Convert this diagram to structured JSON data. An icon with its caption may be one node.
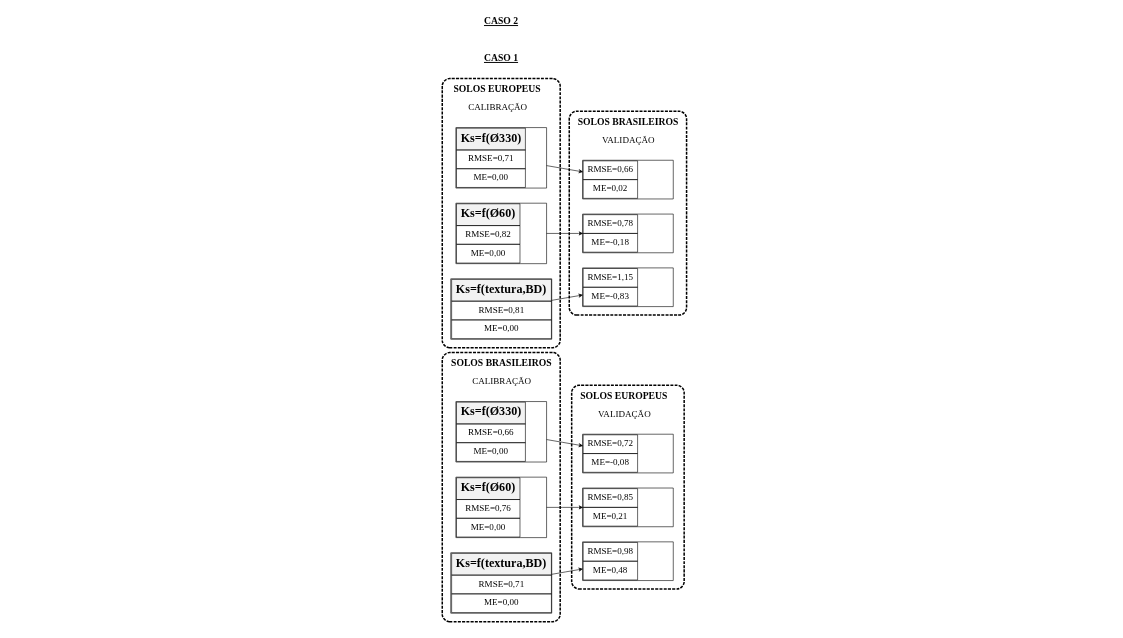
{
  "diagram": {
    "nodes": [
      {
        "text": [
          "SOLOS BRASILEIROS",
          "CALIBRAÇÃO"
        ]
      },
      {
        "text": [
          "Ks=f(Ø330)",
          "RMSE=0,66",
          "ME=0,00"
        ],
        "in": 0
      },
      {
        "text": [
          "Ks=f(Ø60)",
          "RMSE=0,76",
          "ME=0,00"
        ],
        "in": 0
      },
      {
        "text": [
          "Ks=f(textura,BD)",
          "RMSE=0,71",
          "ME=0,00"
        ],
        "in": 0
      },
      {
        "text": [
          "SOLOS EUROPEUS",
          "VALIDAÇÃO"
        ]
      },
      {
        "text": [
          "RMSE=0,72",
          "ME=-0,08"
        ],
        "in": 4
      },
      {
        "text": [
          "RMSE=0,85",
          "ME=0,21"
        ],
        "in": 4
      },
      {
        "text": [
          "RMSE=0,98",
          "ME=0,48"
        ],
        "in": 4
      },
      {
        "text": [
          "SOLOS EUROPEUS",
          "CALIBRAÇÃO"
        ]
      },
      {
        "text": [
          "Ks=f(Ø330)",
          "RMSE=0,71",
          "ME=0,00"
        ],
        "in": 8
      },
      {
        "text": [
          "Ks=f(Ø60)",
          "RMSE=0,82",
          "ME=0,00"
        ],
        "in": 8
      },
      {
        "text": [
          "Ks=f(textura,BD)",
          "RMSE=0,81",
          "ME=0,00"
        ],
        "in": 8
      },
      {
        "text": [
          "SOLOS BRASILEIROS",
          "VALIDAÇÃO"
        ]
      },
      {
        "text": [
          "RMSE=0,66",
          "ME=0,02"
        ],
        "in": 12
      },
      {
        "text": [
          "RMSE=0,78",
          "ME=-0,18"
        ],
        "in": 12
      },
      {
        "text": [
          "RMSE=1,15",
          "ME=-0,83"
        ],
        "in": 12
      }
    ],
    "edges": [
      {
        "from": 1,
        "to": 5,
        "arrow": "to"
      },
      {
        "from": 2,
        "to": 6,
        "arrow": "to"
      },
      {
        "from": 3,
        "to": 7,
        "arrow": "to"
      },
      {
        "from": 9,
        "to": 13,
        "arrow": "to"
      },
      {
        "from": 10,
        "to": 14,
        "arrow": "to"
      },
      {
        "from": 11,
        "to": 15,
        "arrow": "to"
      }
    ],
    "labels": [
      "CASO 1",
      "CASO 2"
    ]
  }
}
